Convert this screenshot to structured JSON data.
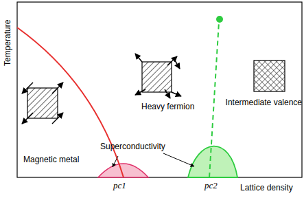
{
  "diagram": {
    "labels": [
      "Temperature",
      "Magnetic metal",
      "Heavy fermion",
      "Intermediate valence",
      "Superconductivity",
      "pc1",
      "pc2",
      "Lattice density"
    ]
  }
}
